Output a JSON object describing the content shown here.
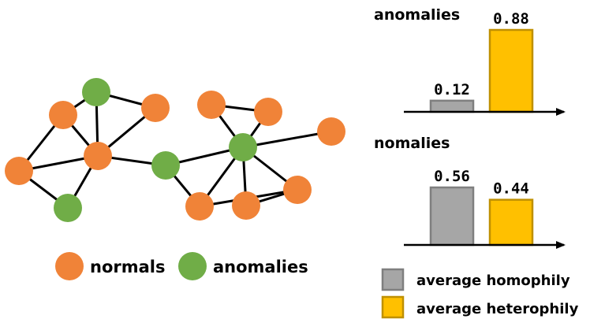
{
  "legend_nodes": {
    "normals_label": "normals",
    "anomalies_label": "anomalies"
  },
  "legend_bars": {
    "homophily_label": "average homophily",
    "heterophily_label": "average heterophily"
  },
  "colors": {
    "normal_node": "#F08338",
    "anomaly_node": "#70AD47",
    "homophily_bar": "#A6A6A6",
    "homophily_border": "#7F7F7F",
    "heterophily_bar": "#FFC000",
    "heterophily_border": "#BF9000"
  },
  "graph": {
    "nodes": [
      {
        "id": "n1",
        "type": "anomaly"
      },
      {
        "id": "n2",
        "type": "normal"
      },
      {
        "id": "n3",
        "type": "normal"
      },
      {
        "id": "n4",
        "type": "normal"
      },
      {
        "id": "n5",
        "type": "normal"
      },
      {
        "id": "n6",
        "type": "anomaly"
      },
      {
        "id": "n7",
        "type": "anomaly"
      },
      {
        "id": "n8",
        "type": "normal"
      },
      {
        "id": "n9",
        "type": "normal"
      },
      {
        "id": "n10",
        "type": "anomaly"
      },
      {
        "id": "n11",
        "type": "normal"
      },
      {
        "id": "n12",
        "type": "normal"
      },
      {
        "id": "n13",
        "type": "normal"
      },
      {
        "id": "n14",
        "type": "normal"
      }
    ],
    "edges": [
      [
        "n1",
        "n2"
      ],
      [
        "n1",
        "n3"
      ],
      [
        "n1",
        "n4"
      ],
      [
        "n2",
        "n4"
      ],
      [
        "n3",
        "n4"
      ],
      [
        "n5",
        "n2"
      ],
      [
        "n5",
        "n4"
      ],
      [
        "n5",
        "n6"
      ],
      [
        "n6",
        "n4"
      ],
      [
        "n4",
        "n7"
      ],
      [
        "n7",
        "n10"
      ],
      [
        "n7",
        "n13"
      ],
      [
        "n10",
        "n8"
      ],
      [
        "n10",
        "n9"
      ],
      [
        "n9",
        "n8"
      ],
      [
        "n10",
        "n11"
      ],
      [
        "n10",
        "n12"
      ],
      [
        "n10",
        "n13"
      ],
      [
        "n10",
        "n14"
      ],
      [
        "n13",
        "n12"
      ],
      [
        "n12",
        "n14"
      ]
    ]
  },
  "chart_data": [
    {
      "type": "bar",
      "title": "anomalies",
      "series": [
        {
          "name": "average homophily",
          "values": [
            0.12
          ]
        },
        {
          "name": "average heterophily",
          "values": [
            0.88
          ]
        }
      ],
      "value_labels": [
        "0.12",
        "0.88"
      ]
    },
    {
      "type": "bar",
      "title": "nomalies",
      "series": [
        {
          "name": "average homophily",
          "values": [
            0.56
          ]
        },
        {
          "name": "average heterophily",
          "values": [
            0.44
          ]
        }
      ],
      "value_labels": [
        "0.56",
        "0.44"
      ]
    }
  ]
}
